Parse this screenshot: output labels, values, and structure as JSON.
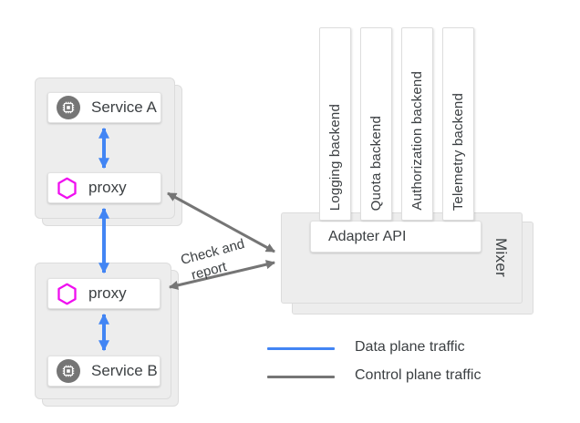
{
  "colors": {
    "data-plane": "#4285f4",
    "control-plane": "#757575",
    "proxy-hexagon": "#ef0fef",
    "service-circle": "#757575",
    "box-fill": "#ededed",
    "text": "#3c4043"
  },
  "pods": {
    "a": {
      "service": "Service A",
      "proxy": "proxy"
    },
    "b": {
      "proxy": "proxy",
      "service": "Service B"
    }
  },
  "mixer": {
    "label": "Mixer",
    "adapter_api": "Adapter API",
    "backends": [
      "Logging backend",
      "Quota backend",
      "Authorization backend",
      "Telemetry backend"
    ]
  },
  "annotations": {
    "check_report_line1": "Check and",
    "check_report_line2": "report"
  },
  "legend": {
    "data_plane": "Data plane traffic",
    "control_plane": "Control plane traffic"
  }
}
